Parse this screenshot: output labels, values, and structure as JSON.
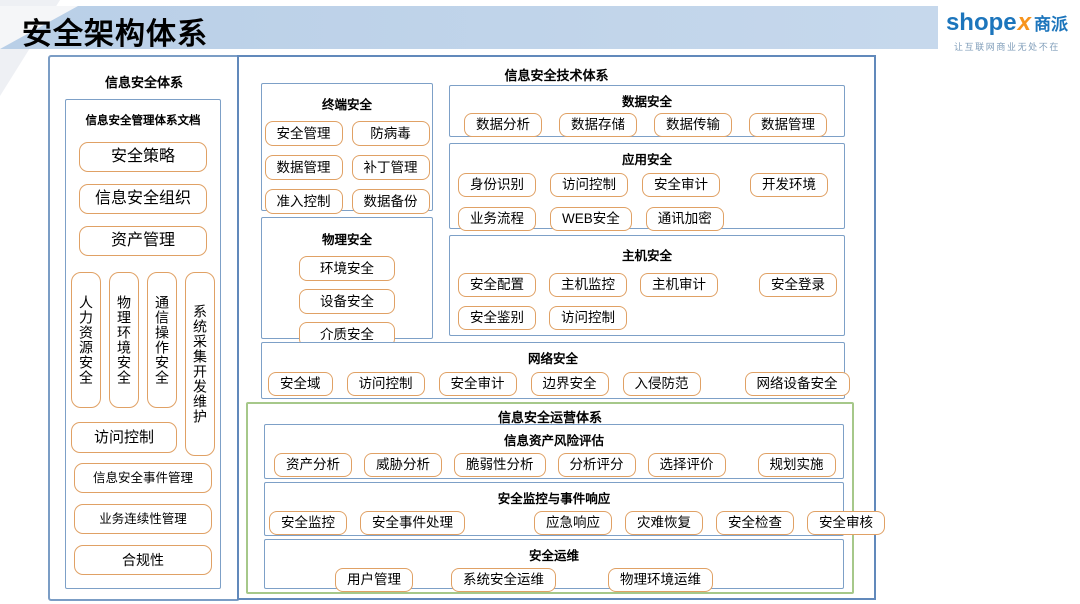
{
  "header": {
    "title": "安全架构体系"
  },
  "logo": {
    "brand_en_blue": "shope",
    "brand_en_orange": "x",
    "brand_cn": "商派",
    "tagline": "让互联网商业无处不在"
  },
  "left_panel": {
    "title": "信息安全体系",
    "doc_box_title": "信息安全管理体系文档",
    "top_items": [
      "安全策略",
      "信息安全组织",
      "资产管理"
    ],
    "vertical_items": [
      "人力资源安全",
      "物理环境安全",
      "通信操作安全",
      "系统采集开发维护"
    ],
    "access_item": "访问控制",
    "bottom_items": [
      "信息安全事件管理",
      "业务连续性管理",
      "合规性"
    ]
  },
  "tech_system": {
    "title": "信息安全技术体系",
    "terminal_security": {
      "title": "终端安全",
      "items": [
        "安全管理",
        "防病毒",
        "数据管理",
        "补丁管理",
        "准入控制",
        "数据备份"
      ]
    },
    "data_security": {
      "title": "数据安全",
      "items": [
        "数据分析",
        "数据存储",
        "数据传输",
        "数据管理"
      ]
    },
    "app_security": {
      "title": "应用安全",
      "row1": [
        "身份识别",
        "访问控制",
        "安全审计",
        "开发环境"
      ],
      "row2": [
        "业务流程",
        "WEB安全",
        "通讯加密"
      ]
    },
    "physical_security": {
      "title": "物理安全",
      "items": [
        "环境安全",
        "设备安全",
        "介质安全"
      ]
    },
    "host_security": {
      "title": "主机安全",
      "row1": [
        "安全配置",
        "主机监控",
        "主机审计",
        "安全登录"
      ],
      "row2": [
        "安全鉴别",
        "访问控制"
      ]
    },
    "network_security": {
      "title": "网络安全",
      "items": [
        "安全域",
        "访问控制",
        "安全审计",
        "边界安全",
        "入侵防范",
        "网络设备安全"
      ]
    },
    "operation_system": {
      "title": "信息安全运营体系",
      "risk_assessment": {
        "title": "信息资产风险评估",
        "items": [
          "资产分析",
          "威胁分析",
          "脆弱性分析",
          "分析评分",
          "选择评价",
          "规划实施"
        ]
      },
      "monitoring_response": {
        "title": "安全监控与事件响应",
        "items": [
          "安全监控",
          "安全事件处理",
          "应急响应",
          "灾难恢复",
          "安全检查",
          "安全审核"
        ]
      },
      "operations": {
        "title": "安全运维",
        "items": [
          "用户管理",
          "系统安全运维",
          "物理环境运维"
        ]
      }
    }
  },
  "colors": {
    "banner_bg": "#bcd1e7",
    "section_border_blue": "#7da0c7",
    "outer_border_blue": "#6189bb",
    "item_border_orange": "#e0a165",
    "operation_border_green": "#a6c88a",
    "logo_blue": "#1c75bc",
    "logo_orange": "#f7941d"
  }
}
